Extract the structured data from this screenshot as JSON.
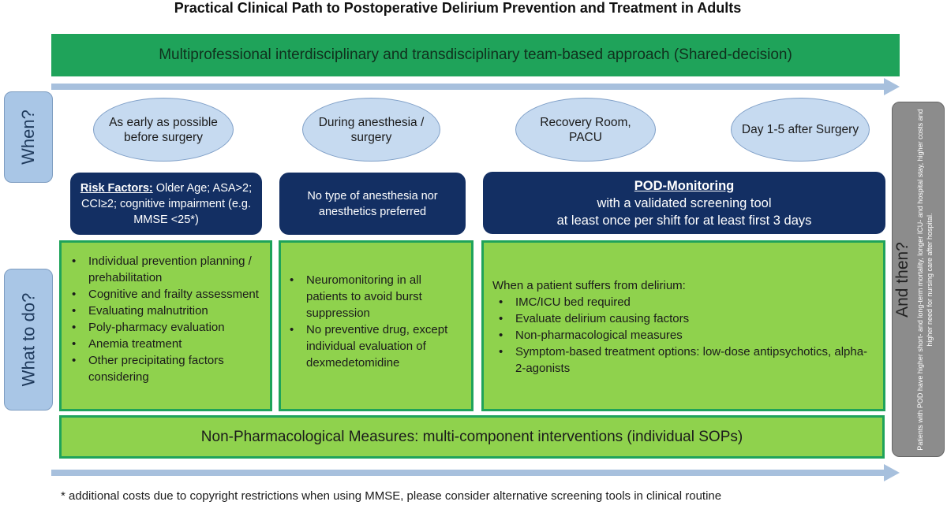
{
  "title": "Practical Clinical Path to Postoperative Delirium Prevention and Treatment in Adults",
  "team_banner": "Multiprofessional interdisciplinary and transdisciplinary team-based approach (Shared-decision)",
  "side_labels": {
    "when": "When?",
    "what": "What to do?"
  },
  "timing": [
    "As early as possible before surgery",
    "During anesthesia / surgery",
    "Recovery Room, PACU",
    "Day 1-5 after Surgery"
  ],
  "risk_box": {
    "heading": "Risk Factors:",
    "text": "Older Age; ASA>2; CCI≥2; cognitive impairment (e.g. MMSE <25*)"
  },
  "anesthesia_box": "No type of anesthesia nor anesthetics preferred",
  "pod_box": {
    "heading": "POD-Monitoring",
    "line1": "with a validated screening tool",
    "line2": "at least once per shift for at least first 3 days"
  },
  "pre_actions": [
    "Individual prevention planning / prehabilitation",
    "Cognitive and frailty assessment",
    "Evaluating malnutrition",
    "Poly-pharmacy evaluation",
    "Anemia treatment",
    "Other precipitating factors considering"
  ],
  "intra_actions": [
    "Neuromonitoring in all patients to avoid burst suppression",
    "No preventive drug, except individual evaluation of dexmedetomidine"
  ],
  "post_actions": {
    "intro": "When a patient suffers from delirium:",
    "items": [
      "IMC/ICU bed required",
      "Evaluate delirium causing factors",
      "Non-pharmacological measures",
      "Symptom-based treatment options: low-dose antipsychotics, alpha-2-agonists"
    ]
  },
  "nonpharm_bar": "Non-Pharmacological Measures: multi-component interventions (individual SOPs)",
  "then_panel": {
    "label": "And then?",
    "note": "Patients with POD have higher short- and long-term mortality, longer ICU- and hospital stay, higher costs and higher need for nursing care after hospital."
  },
  "footnote": "* additional costs due to copyright restrictions when using MMSE, please consider alternative screening tools in clinical routine",
  "colors": {
    "banner_green": "#1fa35a",
    "light_green": "#8fd24d",
    "navy": "#132f63",
    "light_blue": "#c6daf0",
    "arrow_blue": "#a7c0dd",
    "grey_panel": "#8c8c8c"
  }
}
